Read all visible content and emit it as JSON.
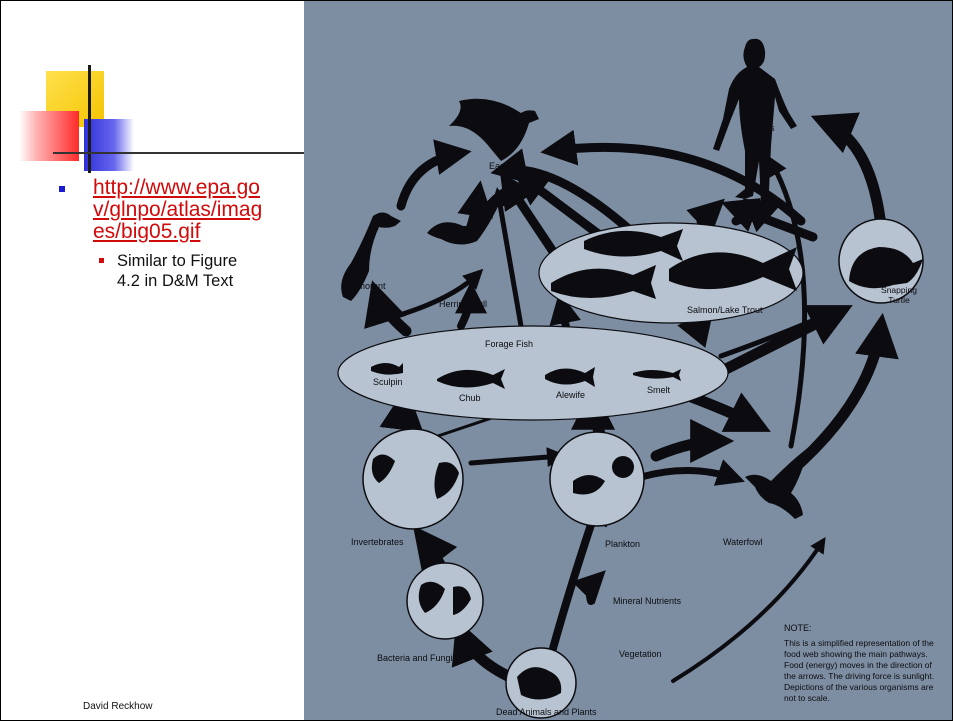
{
  "slide": {
    "link_lines": [
      "http://www.epa.go",
      "v/glnpo/atlas/imag",
      "es/big05.gif"
    ],
    "sub_bullet_lines": [
      "Similar to Figure",
      "4.2 in D&M Text"
    ],
    "footer": "David Reckhow"
  },
  "food_web": {
    "organisms": {
      "humans": "Humans",
      "eagle": "Eagle",
      "cormorant": "Cormorant",
      "herring_gull": "Herring Gull",
      "salmon_lake_trout": "Salmon/Lake Trout",
      "snapping_turtle": [
        "Snapping",
        "Turtle"
      ],
      "forage_fish": "Forage Fish",
      "sculpin": "Sculpin",
      "chub": "Chub",
      "alewife": "Alewife",
      "smelt": "Smelt",
      "invertebrates": "Invertebrates",
      "plankton": "Plankton",
      "waterfowl": "Waterfowl",
      "mineral_nutrients": "Mineral Nutrients",
      "bacteria_fungi": "Bacteria and Fungi",
      "vegetation": "Vegetation",
      "dead_animals_plants": "Dead Animals and Plants"
    },
    "note_title": "NOTE:",
    "note_lines": [
      "This is a simplified representation of the",
      "food web showing the main pathways.",
      "Food (energy) moves in the direction of",
      "the arrows. The driving force is sunlight.",
      "Depictions of the various organisms are",
      "not to scale."
    ],
    "colors": {
      "background": "#7d8ea2",
      "node_fill": "#b7c3d0",
      "silhouette": "#0c0c10",
      "link": "#d10a0a",
      "bullet": "#1b1bd1"
    }
  }
}
